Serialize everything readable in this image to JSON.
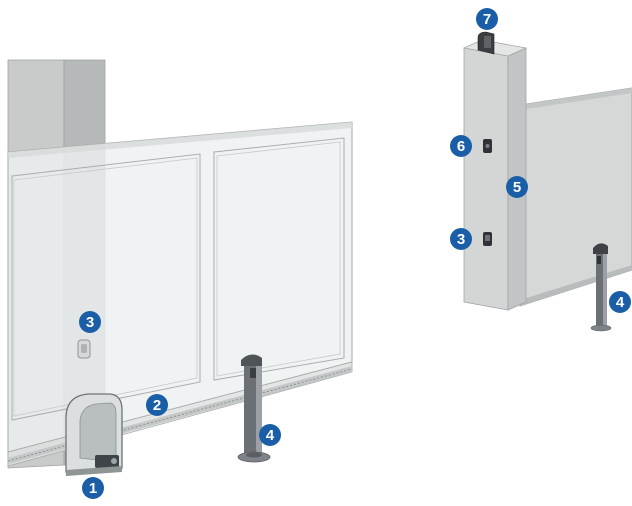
{
  "colors": {
    "marker_fill": "#1a5ea8",
    "marker_text": "#ffffff",
    "gate_panel": "#eef0f0",
    "gate_edge": "#b9bcbc",
    "pillar_face": "#d2d4d4",
    "pillar_side": "#bfc1c1",
    "post_dark": "#5a5e62",
    "post_light": "#9aa0a6"
  },
  "markers": [
    {
      "id": "motor",
      "label": "1"
    },
    {
      "id": "rack",
      "label": "2"
    },
    {
      "id": "photocell-wall-left",
      "label": "3"
    },
    {
      "id": "photocell-column-front",
      "label": "4"
    },
    {
      "id": "photocell-wall-right",
      "label": "3"
    },
    {
      "id": "photocell-column-right",
      "label": "4"
    },
    {
      "id": "pillar",
      "label": "5"
    },
    {
      "id": "key-selector",
      "label": "6"
    },
    {
      "id": "flashing-light",
      "label": "7"
    }
  ]
}
